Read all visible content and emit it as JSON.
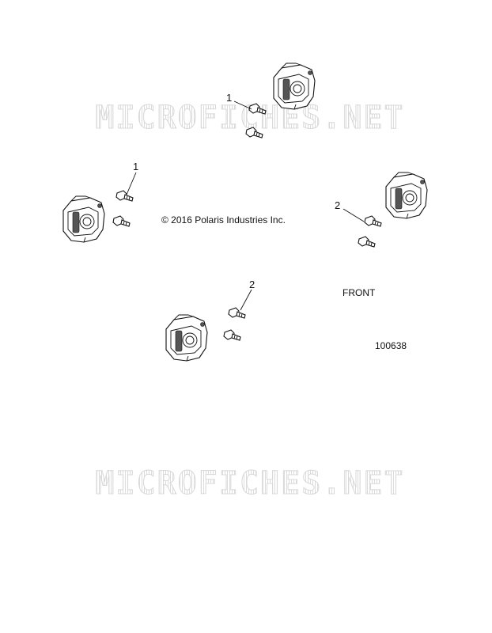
{
  "copyright": "© 2016 Polaris Industries Inc.",
  "front_label": "FRONT",
  "figure_number": "100638",
  "watermark": "MICROFICHES.NET",
  "callouts": [
    "1",
    "1",
    "2",
    "2"
  ],
  "icons": [
    "brake-caliper-icon",
    "bolt-icon"
  ]
}
